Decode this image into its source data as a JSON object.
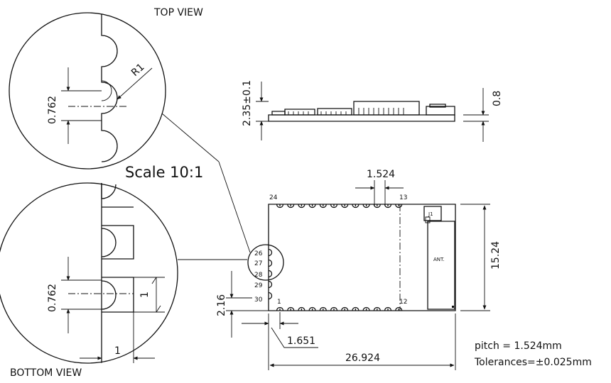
{
  "views": {
    "top_view_label": "TOP VIEW",
    "bottom_view_label": "BOTTOM VIEW",
    "scale_label": "Scale 10:1"
  },
  "detail_top": {
    "pitch_dim": "0.762",
    "radius_label": "R1"
  },
  "detail_bottom": {
    "pitch_dim": "0.762",
    "pad_length_dim": "1",
    "pad_width_dim": "1"
  },
  "side_view": {
    "height_dim": "2.35±0.1",
    "pcb_thickness_dim": "0.8"
  },
  "module": {
    "pitch_dim": "1.524",
    "width_dim": "15.24",
    "length_dim": "26.924",
    "edge_offset_dim": "1.651",
    "pin1_offset_dim": "2.16",
    "antenna_label": "ANT.",
    "connector_label": "J1",
    "pin_top_left": "24",
    "pin_top_right": "13",
    "pin_bottom_left": "1",
    "pin_bottom_right": "12",
    "side_pins": [
      "26",
      "27",
      "28",
      "29",
      "30"
    ]
  },
  "notes": {
    "pitch_note": "pitch = 1.524mm",
    "tolerance_note": "Tolerances=±0.025mm"
  }
}
